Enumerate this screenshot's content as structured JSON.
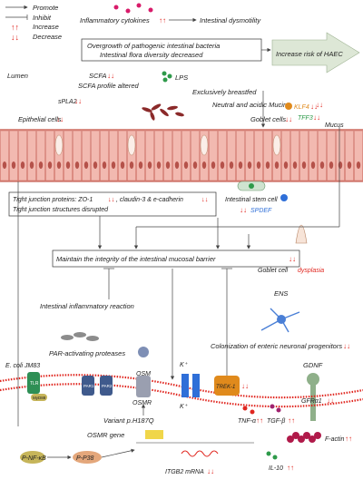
{
  "legend": {
    "promote": "Promote",
    "inhibit": "Inhibit",
    "increase": "Increase",
    "decrease": "Decrease"
  },
  "labels": {
    "cytokines": "Inflammatory cytokines",
    "dysmotility": "Intestinal dysmotility",
    "overgrowth_1": "Overgrowth of pathogenic intestinal bacteria",
    "overgrowth_2": "Intestinal flora diversity decreased",
    "haec": "Increase risk of HAEC",
    "lumen": "Lumen",
    "scfa": "SCFA",
    "scfa_profile": "SCFA profile altered",
    "lps": "LPS",
    "breastfed": "Exclusively breastfed",
    "mucins": "Neutral and acidic Mucins",
    "spla2": "sPLA2",
    "klf4": "KLF4",
    "tff3": "TFF3",
    "mucus": "Mucus",
    "epithelial": "Epithelial cells",
    "goblet": "Goblet cells",
    "stem_cell": "Intestinal stem cell",
    "spdef": "SPDEF",
    "tj_1": "Tight junction proteins: ZO-1",
    "tj_1b": ", claudin-3 & e-cadherin",
    "tj_2": "Tight junction structures disrupted",
    "barrier": "Maintain the integrity of the intestinal mucosal barrier",
    "goblet_dys": "Goblet cell",
    "dysplasia": "dysplasia",
    "ens": "ENS",
    "colonization": "Colonization of enteric neuronal progenitors",
    "inflammatory_reaction": "Intestinal inflammatory reaction",
    "par_proteases": "PAR-activating proteases",
    "gdnf": "GDNF",
    "gfra1": "GFRα1",
    "osm": "OSM",
    "osmr": "OSMR",
    "ecoli": "E. coli JM83",
    "tlr": "TLR",
    "mad88": "MyD88",
    "par1": "PAR1",
    "par2": "PAR2",
    "k_top": "K⁺",
    "k_bottom": "K⁺",
    "trek1": "TREK-1",
    "variant": "Variant p.H187Q",
    "osmr_gene": "OSMR gene",
    "nfkb": "P-NF-κB",
    "p38": "P-P38",
    "tnf": "TNF-α",
    "tgf": "TGF-β",
    "factin": "F-actin",
    "itgb2": "ITGB2 mRNA",
    "il10": "IL-10"
  },
  "colors": {
    "red": "#e0261f",
    "blue": "#2f6fd8",
    "orange": "#e08a1c",
    "green": "#2e9a4a",
    "pink": "#e6488f",
    "cell": "#f2b9b0",
    "cell_stroke": "#c9675c",
    "haec_arrow": "#d8e4d0"
  }
}
